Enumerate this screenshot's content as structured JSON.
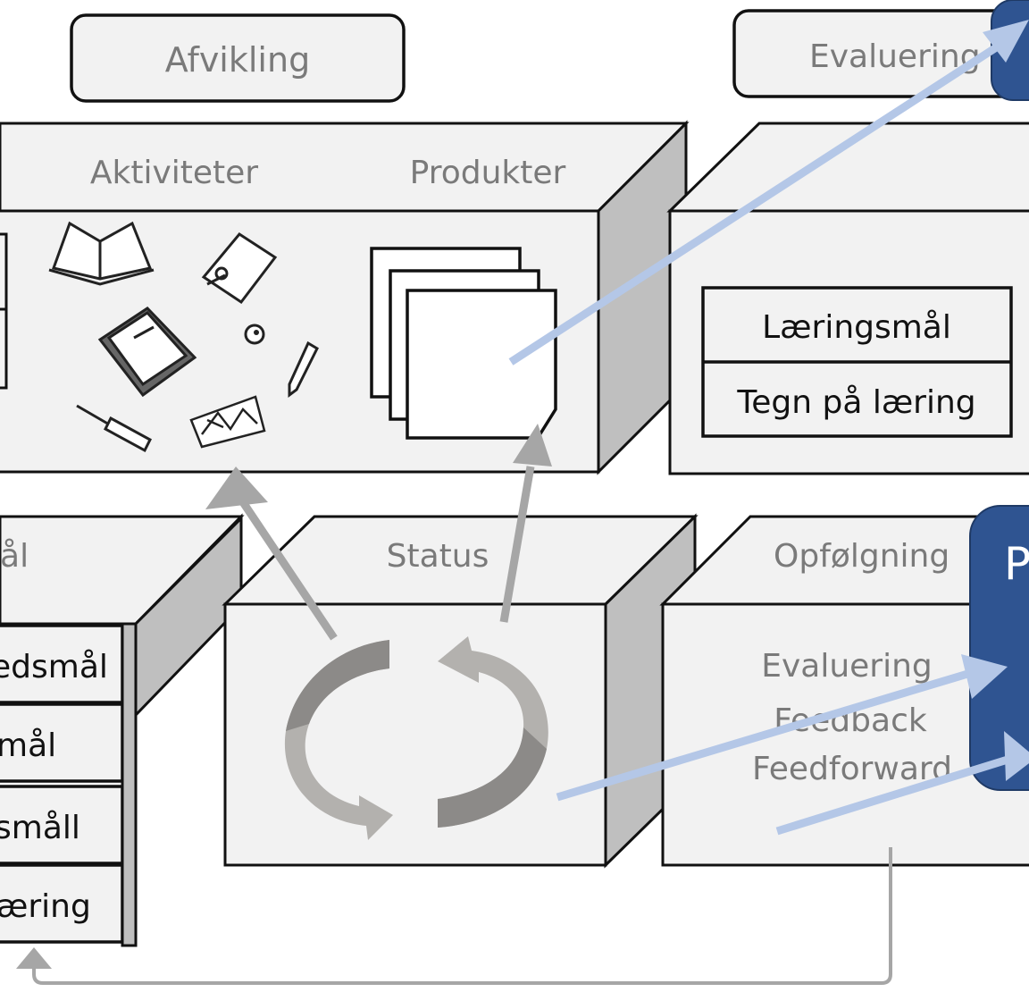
{
  "phases": {
    "afvikling": "Afvikling",
    "evaluering": "Evaluering"
  },
  "top_box": {
    "aktiviteter": "Aktiviteter",
    "produkter": "Produkter"
  },
  "right_box": {
    "rows": [
      "Læringsmål",
      "Tegn på læring"
    ]
  },
  "left_box": {
    "title": "lål",
    "rows": [
      "edsmål",
      "mål",
      "småll",
      "æring"
    ]
  },
  "status_box": {
    "title": "Status"
  },
  "followup_box": {
    "title": "Opfølgning",
    "items": [
      "Evaluering",
      "Feedback",
      "Feedforward"
    ]
  },
  "badge": {
    "letter": "P"
  },
  "colors": {
    "face": "#f2f2f2",
    "side": "#bfbfbf",
    "badge": "#2f5491",
    "arrow_blue": "#b4c7e7",
    "arrow_grey": "#a6a6a6",
    "cycle_dark": "#8c8a88",
    "cycle_light": "#b3b1ae"
  }
}
